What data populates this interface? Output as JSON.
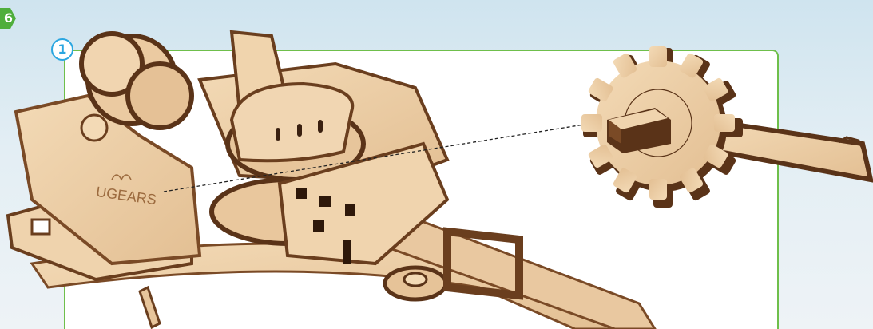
{
  "step": {
    "number": "6"
  },
  "substep": {
    "number": "1"
  },
  "brand": {
    "logo_text": "UGEARS",
    "logo_text_partial": "UGEARS"
  },
  "colors": {
    "wood": "#e7c59b",
    "wood_light": "#f0d6b1",
    "wood_edge": "#7a4a26",
    "wood_dark": "#5a3318",
    "panel_border": "#6fbf4b",
    "badge_green": "#4fae3c",
    "badge_blue": "#2aa6e0"
  },
  "icons": [
    "step-badge-icon",
    "substep-badge-icon",
    "gear-part-icon",
    "assembly-model-icon",
    "dashed-guide-line"
  ]
}
